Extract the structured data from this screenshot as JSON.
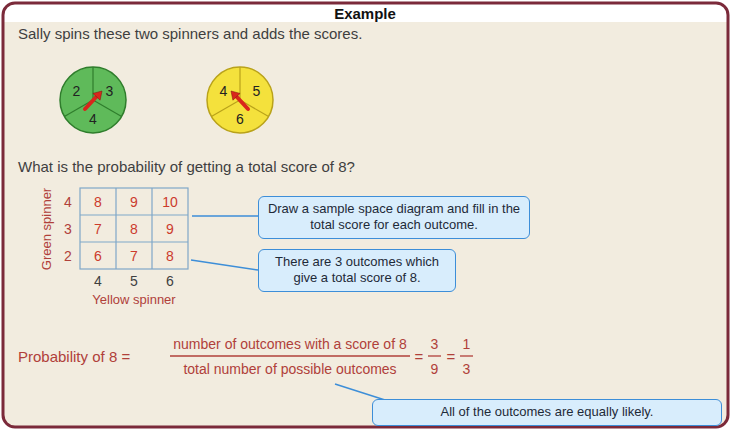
{
  "diagram": {
    "title": "Example",
    "nodes": [
      {
        "text": [
          "Draw a sample space diagram and fill in the total score for each outcome."
        ]
      },
      {
        "text": [
          "There are 3 outcomes which give a total score of 8."
        ]
      },
      {
        "text": [
          "All of the outcomes are equally likely."
        ]
      }
    ],
    "labels": [
      "Sally spins these two spinners and adds the scores.",
      "2",
      "3",
      "4",
      "4",
      "5",
      "6",
      "What is the probability of getting a total score of 8?",
      "Green spinner",
      "4",
      "8",
      "9",
      "10",
      "3",
      "7",
      "8",
      "9",
      "2",
      "6",
      "7",
      "8",
      "4",
      "5",
      "6",
      "Yellow spinner",
      "Probability of 8 =",
      "number of outcomes with a score of 8",
      "total number of possible outcomes",
      "=",
      "3",
      "9",
      "=",
      "1",
      "3"
    ]
  }
}
